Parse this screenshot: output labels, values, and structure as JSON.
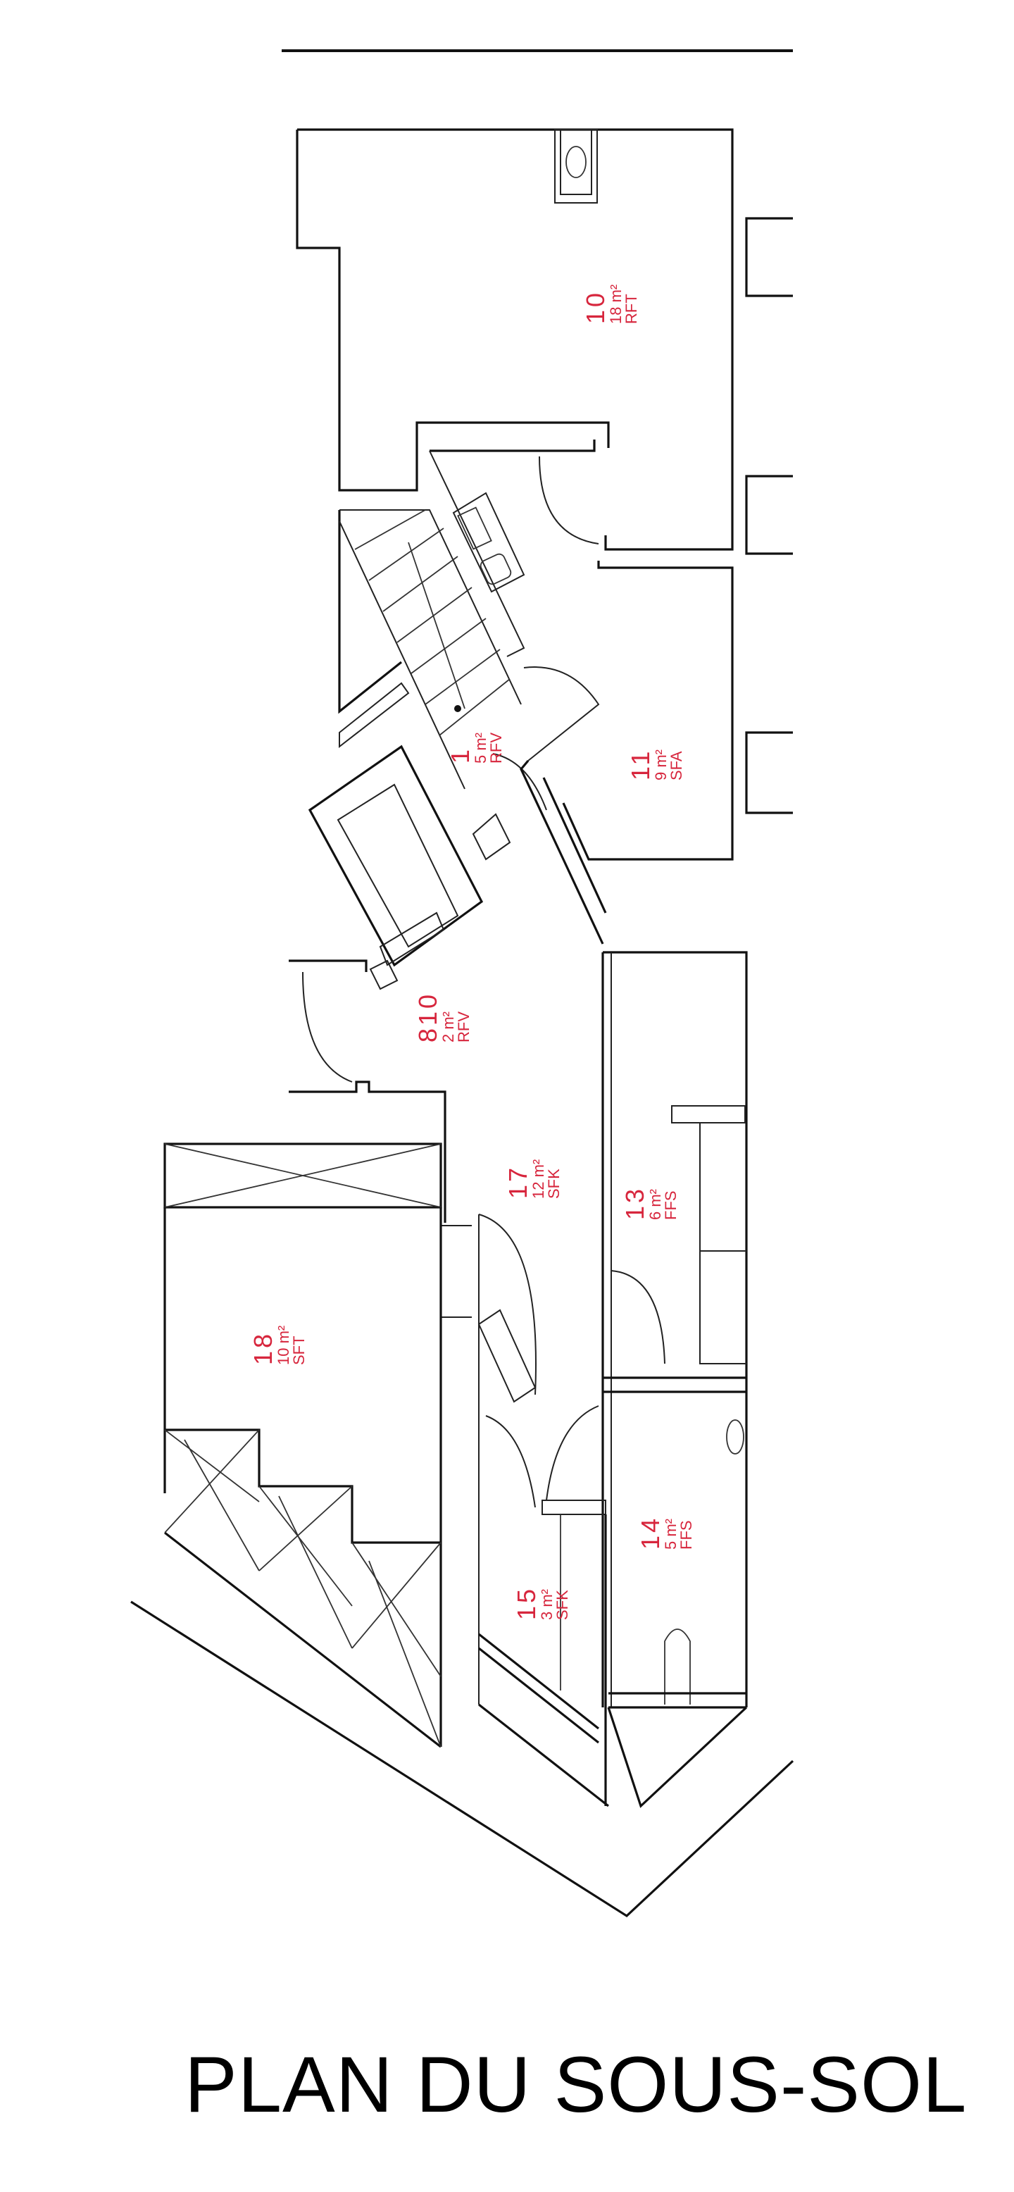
{
  "title": "PLAN DU SOUS-SOL",
  "colors": {
    "walls": "#111111",
    "labels": "#d7263d",
    "background": "#ffffff"
  },
  "area_unit": "m²",
  "rooms": [
    {
      "number": "10",
      "area": "18 m²",
      "code": "RFT"
    },
    {
      "number": "1",
      "area": "5 m²",
      "code": "RFV"
    },
    {
      "number": "11",
      "area": "9 m²",
      "code": "SFA"
    },
    {
      "number": "810",
      "area": "2 m²",
      "code": "RFV"
    },
    {
      "number": "17",
      "area": "12 m²",
      "code": "SFK"
    },
    {
      "number": "13",
      "area": "6 m²",
      "code": "FFS"
    },
    {
      "number": "18",
      "area": "10 m²",
      "code": "SFT"
    },
    {
      "number": "15",
      "area": "3 m²",
      "code": "SFK"
    },
    {
      "number": "14",
      "area": "5 m²",
      "code": "FFS"
    }
  ]
}
